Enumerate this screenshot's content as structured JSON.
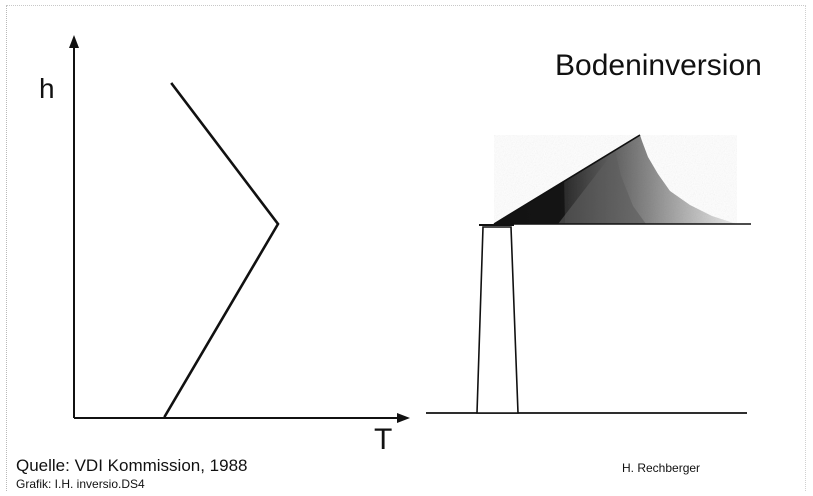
{
  "title": "Bodeninversion",
  "axes": {
    "y_label": "h",
    "x_label": "T"
  },
  "source": "Quelle: VDI Kommission, 1988",
  "file_label": "Grafik: I.H. inversio.DS4",
  "author": "H. Rechberger",
  "colors": {
    "line": "#111111",
    "plume_dark": "#1f1f1f",
    "plume_mid": "#5e5e5e",
    "plume_light": "#a8a8a8",
    "plume_fade": "#d8d8d8"
  }
}
